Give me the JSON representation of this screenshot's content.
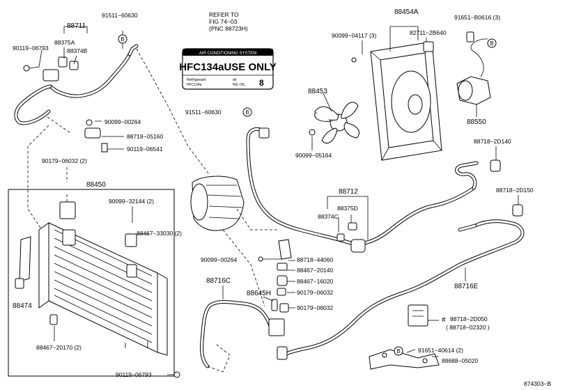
{
  "labels": {
    "p88711": "88711",
    "p88375A": "88375A",
    "p88374B": "88374B",
    "p90119_06793_top": "90119−06793",
    "p91511_60630_top": "91511−60630",
    "p90099_00264_top": "90099−00264",
    "p88718_05160": "88718−05160",
    "p90119_06541": "90119−06541",
    "p90179_06032_2": "90179−06032 (2)",
    "p88450": "88450",
    "p90099_32144": "90099−32144 (2)",
    "p88467_33030": "88467−33030 (2)",
    "p88474": "88474",
    "p88467_20170": "88467−20170 (2)",
    "p90119_06793_bot": "90119−06793",
    "p88454A": "88454A",
    "p90099_04117": "90099−04117 (3)",
    "p82711_2B640": "82711−2B640",
    "p91651_B0616": "91651−B0616 (3)",
    "p88453": "88453",
    "p88550": "88550",
    "p90099_05164": "90099−05164",
    "p91511_60630_mid": "91511−60630",
    "p88718_2D140": "88718−2D140",
    "p88718_2D150": "88718−2D150",
    "p88712": "88712",
    "p88375D": "88375D",
    "p88374C": "88374C",
    "p90099_00264_mid": "90099−00264",
    "p88718_44060": "88718−44060",
    "p88467_20140": "88467−20140",
    "p88467_16020": "88467−16020",
    "p90179_06032_a": "90179−06032",
    "p90179_06032_b": "90179−06032",
    "p88716C": "88716C",
    "p88645H": "88645H",
    "p88716E": "88716E",
    "p88718_2D050": "88718−2D050",
    "p88718_02320": "( 88718−02320 )",
    "p91651_40614": "91651−40614 (2)",
    "p88688_05020": "88688−05020",
    "refer_line1": "REFER TO",
    "refer_line2": "FIG 74−03",
    "refer_line3": "(PNC 88723H)",
    "figure_id": "874303−B",
    "hash": "#"
  },
  "label_plate": {
    "header": "AIR CONDITIONING SYSTEM",
    "main_text": "HFC134aUSE ONLY",
    "refrigerant": "Refrigerant",
    "refrigerant_value": "HFC134a",
    "oil": "oil",
    "oil_value": "ND−OIL",
    "number": "8"
  },
  "marker": "B"
}
